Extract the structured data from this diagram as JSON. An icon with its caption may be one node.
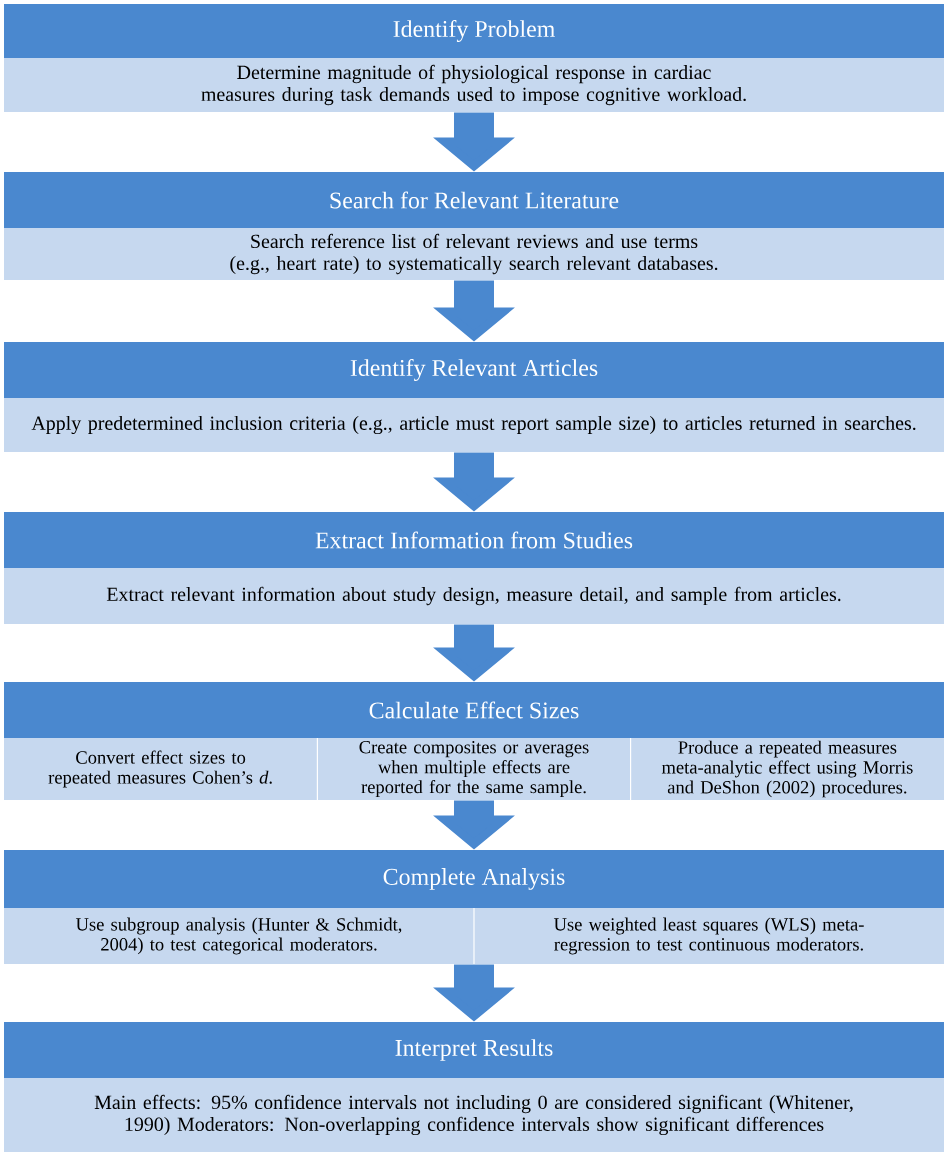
{
  "diagram": {
    "nodes": [
      {
        "text": [
          "Identify Problem",
          "Determine magnitude of physiological response in cardiac measures during task demands used to impose cognitive workload."
        ]
      },
      {
        "text": [
          "Search for Relevant Literature",
          "Search reference list of relevant reviews and use terms (e.g., heart rate) to systematically search relevant databases."
        ]
      },
      {
        "text": [
          "Identify Relevant Articles",
          "Apply predetermined inclusion criteria (e.g., article must report sample size) to articles returned in searches."
        ]
      },
      {
        "text": [
          "Extract Information from Studies",
          "Extract relevant information about study design, measure detail, and sample from articles."
        ]
      },
      {
        "text": [
          "Calculate Effect Sizes",
          "Convert effect sizes to repeated measures Cohen’s *d*.",
          "Create composites or averages when multiple effects are reported for the same sample.",
          "Produce a repeated measures meta-analytic effect using Morris and DeShon (2002) procedures."
        ]
      },
      {
        "text": [
          "Complete Analysis",
          "Use subgroup analysis (Hunter & Schmidt, 2004) to test categorical moderators.",
          "Use weighted least squares (WLS) meta-regression to test continuous moderators."
        ]
      },
      {
        "text": [
          "Interpret Results",
          "Main effects: 95% confidence intervals not including 0 are considered significant (Whitener, 1990) Moderators: Non-overlapping confidence intervals show significant differences"
        ]
      }
    ],
    "edges": [
      {
        "from": 0,
        "to": 1,
        "arrow": "to"
      },
      {
        "from": 1,
        "to": 2,
        "arrow": "to"
      },
      {
        "from": 2,
        "to": 3,
        "arrow": "to"
      },
      {
        "from": 3,
        "to": 4,
        "arrow": "to"
      },
      {
        "from": 4,
        "to": 5,
        "arrow": "to"
      },
      {
        "from": 5,
        "to": 6,
        "arrow": "to"
      }
    ]
  }
}
